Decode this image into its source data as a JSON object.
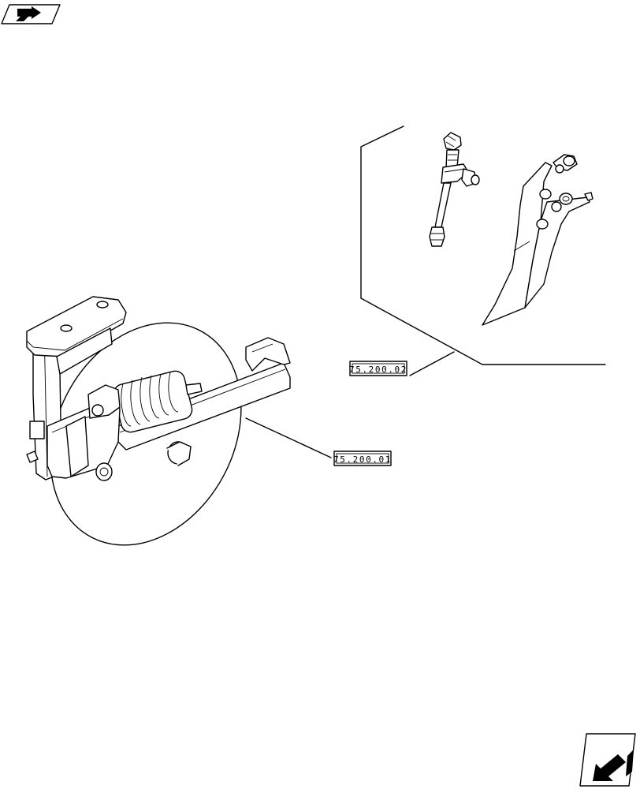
{
  "references": [
    {
      "id": "ref-75-200-02",
      "label": "75.200.02"
    },
    {
      "id": "ref-75-200-01",
      "label": "75.200.01"
    }
  ],
  "icons": {
    "top_left": "book-arrow-icon",
    "bottom_right": "back-arrow-icon"
  },
  "colors": {
    "line": "#000000",
    "background": "#ffffff"
  }
}
